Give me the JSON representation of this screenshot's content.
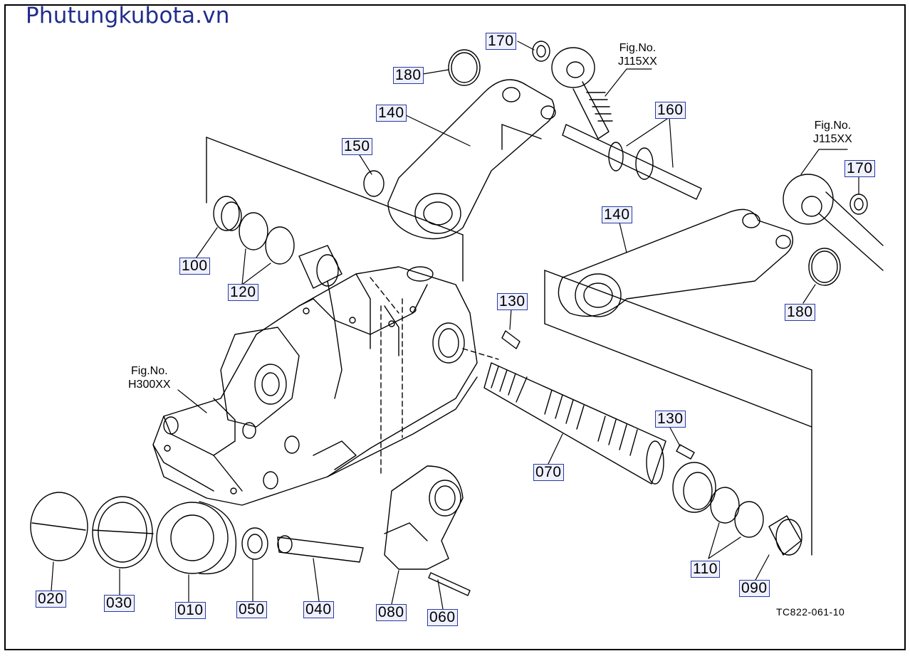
{
  "brand": "Phutungkubota.vn",
  "drawing_code": "TC822-061-10",
  "fig_refs": {
    "top": [
      "Fig.No.",
      "J115XX"
    ],
    "right": [
      "Fig.No.",
      "J115XX"
    ],
    "left": [
      "Fig.No.",
      "H300XX"
    ]
  },
  "labels": {
    "p170a": "170",
    "p180a": "180",
    "p140a": "140",
    "p150": "150",
    "p160": "160",
    "p170b": "170",
    "p140b": "140",
    "p100": "100",
    "p120": "120",
    "p180b": "180",
    "p130a": "130",
    "p130b": "130",
    "p070": "070",
    "p110": "110",
    "p090": "090",
    "p020": "020",
    "p030": "030",
    "p010": "010",
    "p050": "050",
    "p040": "040",
    "p080": "080",
    "p060": "060"
  }
}
